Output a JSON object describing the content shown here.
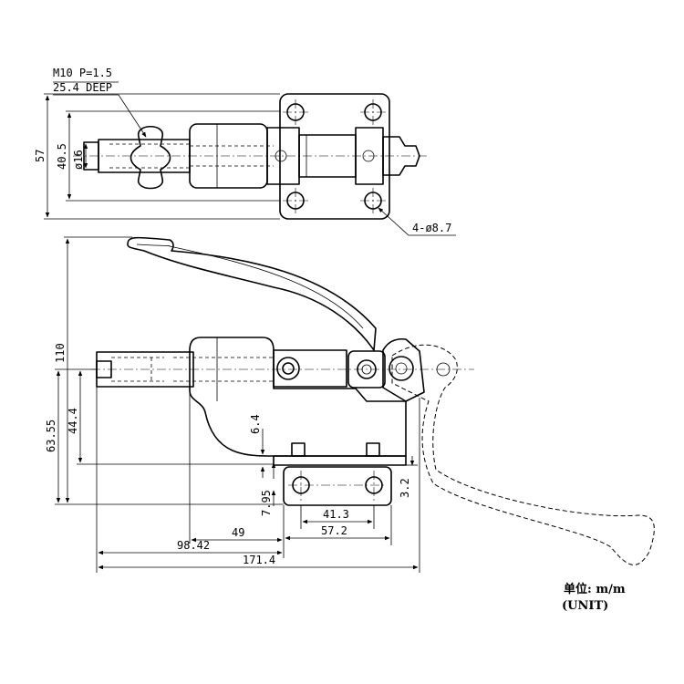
{
  "callouts": {
    "thread": "M10 P=1.5",
    "depth": "25.4 DEEP",
    "holes": "4-ø8.7"
  },
  "dimensions": {
    "overall_height_top": "57",
    "shaft_height": "40.5",
    "shaft_dia": "ø16",
    "height_110": "110",
    "height_6355": "63.55",
    "height_444": "44.4",
    "d_64": "6.4",
    "d_795": "7.95",
    "d_32": "3.2",
    "d_413": "41.3",
    "d_572": "57.2",
    "d_49": "49",
    "d_9842": "98.42",
    "d_1714": "171.4"
  },
  "unit": {
    "cn": "单位: m/m",
    "en": "(UNIT)"
  }
}
